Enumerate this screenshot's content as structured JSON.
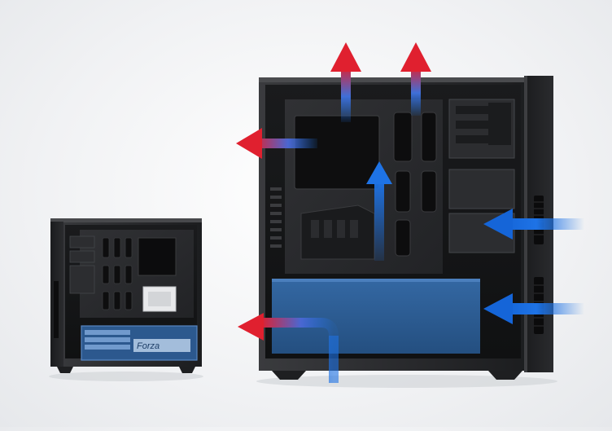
{
  "scene": {
    "product": "pc-case",
    "views": [
      "small-case-interior",
      "large-case-interior"
    ],
    "small_case": {
      "psu_label": "Forza"
    },
    "airflow": {
      "intake_color": "#1e73e6",
      "exhaust_color": "#e0202f",
      "psu_shroud_color": "#2b5d97"
    }
  }
}
